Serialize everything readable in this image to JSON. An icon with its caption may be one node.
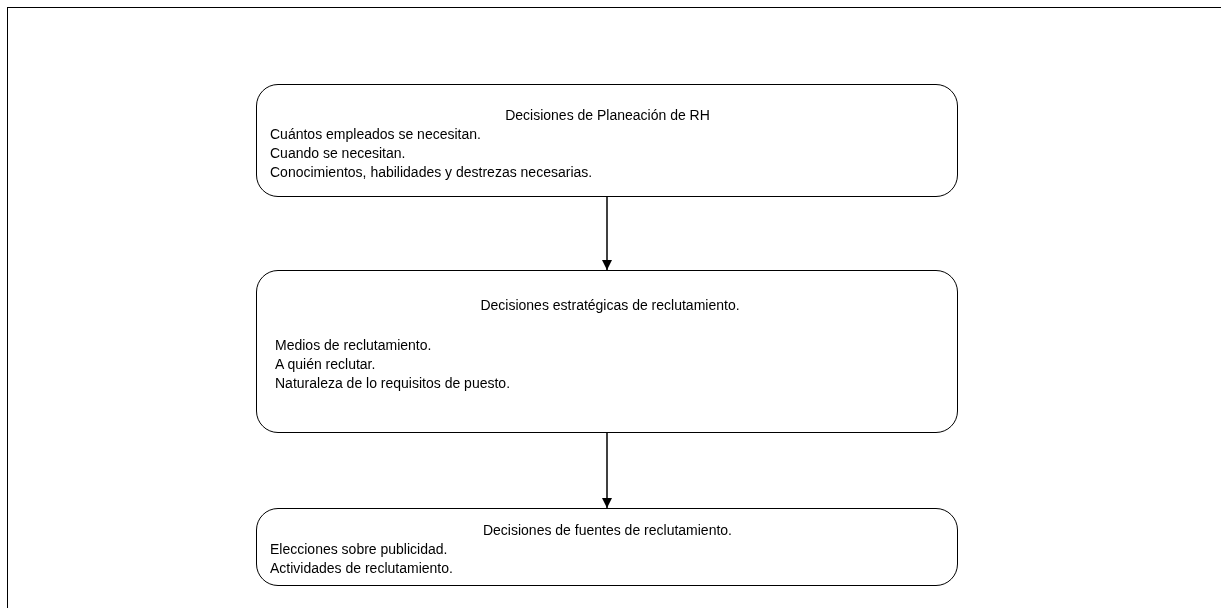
{
  "diagram": {
    "nodes": [
      {
        "text": [
          "Decisiones de Planeación de RH",
          "Cuántos empleados se necesitan.",
          "Cuando se necesitan.",
          "Conocimientos, habilidades y destrezas necesarias."
        ]
      },
      {
        "text": [
          "Decisiones estratégicas de reclutamiento.",
          "Medios de reclutamiento.",
          "A quién reclutar.",
          "Naturaleza de lo requisitos de puesto."
        ]
      },
      {
        "text": [
          "Decisiones de fuentes de reclutamiento.",
          "Elecciones sobre publicidad.",
          "Actividades de reclutamiento."
        ]
      }
    ],
    "edges": [
      {
        "from": 0,
        "to": 1,
        "arrow": "to"
      },
      {
        "from": 1,
        "to": 2,
        "arrow": "to"
      }
    ]
  }
}
